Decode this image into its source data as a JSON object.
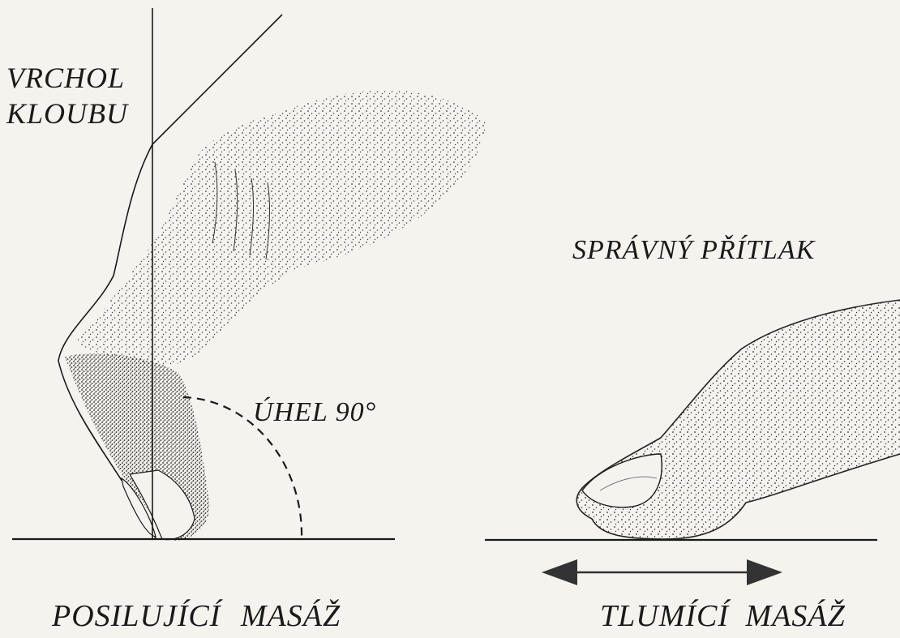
{
  "labels": {
    "vrchol": "VRCHOL",
    "kloubu": "KLOUBU",
    "uhel": "ÚHEL 90°",
    "spravny_pritlak": "SPRÁVNÝ PŘÍTLAK",
    "posilujici": "POSILUJÍCÍ MASÁŽ",
    "tlumici": "TLUMÍCÍ MASÁŽ"
  },
  "colors": {
    "ink": "#1a1a1a",
    "paper": "#f4f3ee",
    "arrow": "#333333"
  }
}
